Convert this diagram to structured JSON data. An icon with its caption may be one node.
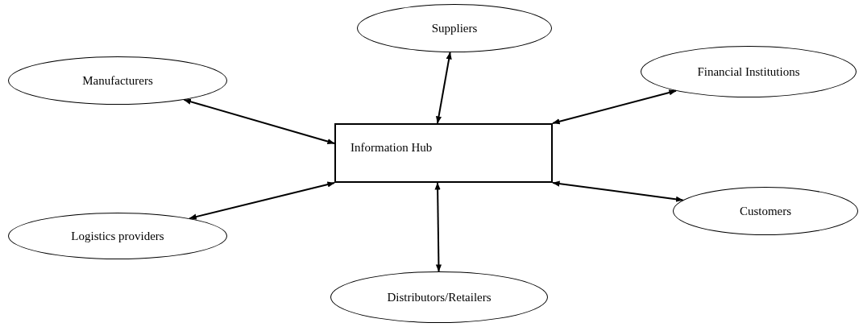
{
  "diagram": {
    "nodes": [
      {
        "text": [
          "Suppliers"
        ]
      },
      {
        "text": [
          "Manufacturers"
        ]
      },
      {
        "text": [
          "Financial Institutions"
        ]
      },
      {
        "text": [
          "Information Hub"
        ]
      },
      {
        "text": [
          "Customers"
        ]
      },
      {
        "text": [
          "Logistics providers"
        ]
      },
      {
        "text": [
          "Distributors/Retailers"
        ]
      }
    ],
    "edges": [
      {
        "from": 3,
        "to": 1,
        "arrow": "both"
      },
      {
        "from": 3,
        "to": 0,
        "arrow": "both"
      },
      {
        "from": 3,
        "to": 2,
        "arrow": "both"
      },
      {
        "from": 3,
        "to": 5,
        "arrow": "both"
      },
      {
        "from": 3,
        "to": 4,
        "arrow": "both"
      },
      {
        "from": 3,
        "to": 6,
        "arrow": "both"
      }
    ]
  }
}
